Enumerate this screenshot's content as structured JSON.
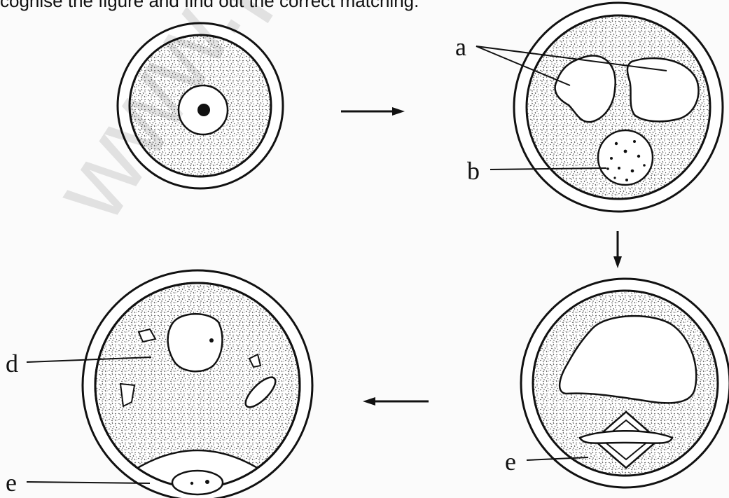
{
  "header": {
    "text": "cognise the figure and find out the correct matching."
  },
  "watermark": {
    "text": "www.pac"
  },
  "labels": {
    "a": "a",
    "b": "b",
    "d": "d",
    "e1": "e",
    "e2": "e"
  },
  "colors": {
    "ink": "#111111",
    "stipple": "#4a4a4a",
    "background": "#fbfbfb"
  }
}
